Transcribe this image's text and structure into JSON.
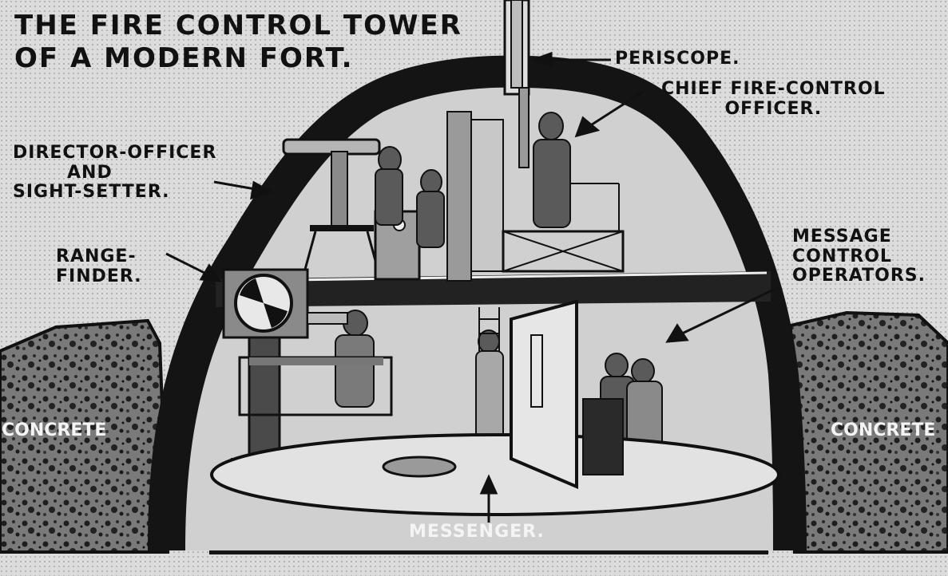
{
  "title": [
    "THE FIRE CONTROL TOWER",
    "OF A MODERN FORT."
  ],
  "labels": {
    "periscope": "PERISCOPE.",
    "chief": [
      "CHIEF FIRE-CONTROL",
      "OFFICER."
    ],
    "director": [
      "DIRECTOR-OFFICER",
      "AND",
      "SIGHT-SETTER."
    ],
    "rangefinder": [
      "RANGE-",
      "FINDER."
    ],
    "message_ops": [
      "MESSAGE",
      "CONTROL",
      "OPERATORS."
    ],
    "concrete_left": "CONCRETE",
    "concrete_right": "CONCRETE",
    "messenger": "MESSENGER."
  },
  "colors": {
    "ink": "#111111",
    "paper": "#dcdcdc",
    "wall": "#141414",
    "concrete": "#6e6e6e"
  }
}
